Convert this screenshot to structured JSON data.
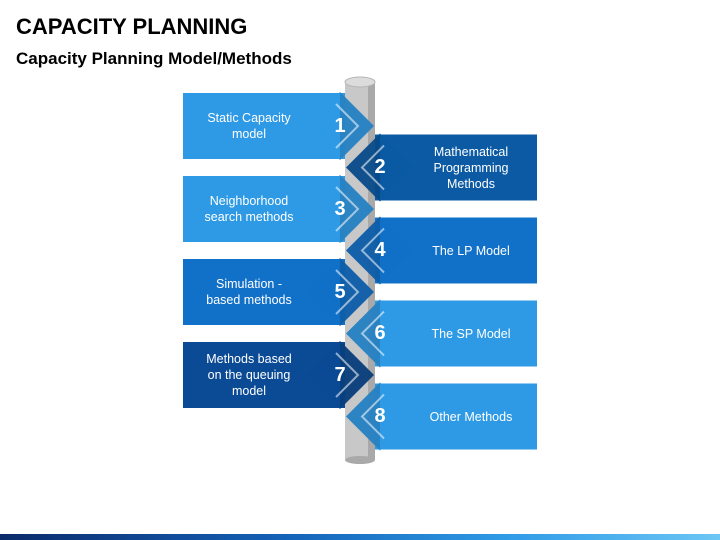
{
  "header": {
    "title": "CAPACITY PLANNING",
    "subtitle": "Capacity Planning Model/Methods"
  },
  "diagram": {
    "items": [
      {
        "number": "1",
        "label": "Static Capacity\nmodel",
        "side": "left",
        "color": "#2e9ae6"
      },
      {
        "number": "2",
        "label": "Mathematical\nProgramming\nMethods",
        "side": "right",
        "color": "#0b5aa3"
      },
      {
        "number": "3",
        "label": "Neighborhood\nsearch methods",
        "side": "left",
        "color": "#2e9ae6"
      },
      {
        "number": "4",
        "label": "The LP Model",
        "side": "right",
        "color": "#1170c8"
      },
      {
        "number": "5",
        "label": "Simulation -\nbased methods",
        "side": "left",
        "color": "#1170c8"
      },
      {
        "number": "6",
        "label": "The SP Model",
        "side": "right",
        "color": "#2e9ae6"
      },
      {
        "number": "7",
        "label": "Methods based\non the queuing\nmodel",
        "side": "left",
        "color": "#0b4a94"
      },
      {
        "number": "8",
        "label": "Other Methods",
        "side": "right",
        "color": "#2e9ae6"
      }
    ]
  },
  "colors": {
    "pole": "#c8c8c8",
    "pole_shade": "#a9a9a9",
    "bottom_bar_start": "#0b2a6b",
    "bottom_bar_end": "#6cc6f5"
  }
}
